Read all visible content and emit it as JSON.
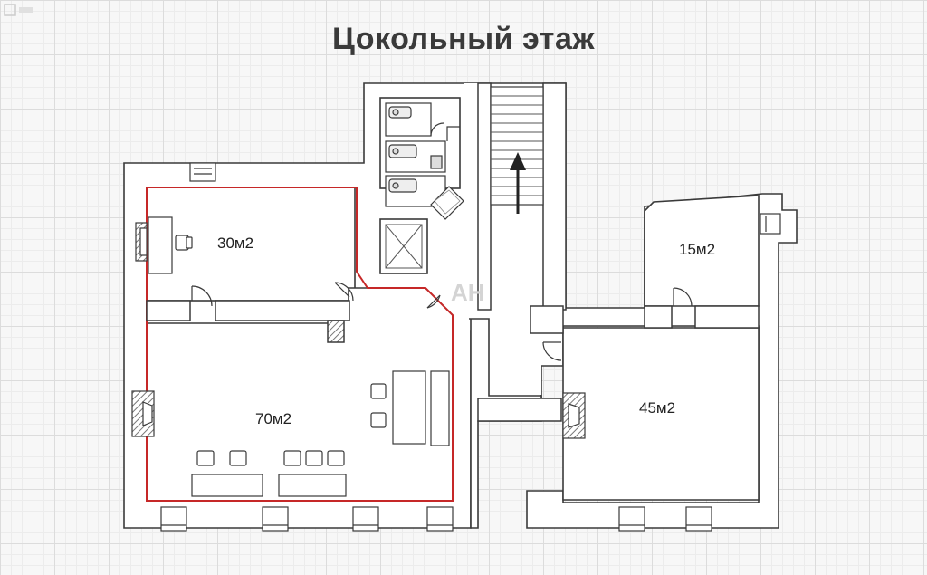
{
  "title": "Цокольный этаж",
  "watermark": "АН",
  "rooms": [
    {
      "id": "room-30",
      "label": "30м2",
      "highlighted": true
    },
    {
      "id": "room-70",
      "label": "70м2",
      "highlighted": true
    },
    {
      "id": "room-15",
      "label": "15м2",
      "highlighted": false
    },
    {
      "id": "room-45",
      "label": "45м2",
      "highlighted": false
    }
  ],
  "colors": {
    "wall_fill": "#ffffff",
    "wall_stroke": "#3a3a3a",
    "highlight": "#c62828",
    "hatch": "#7a7a7a"
  }
}
